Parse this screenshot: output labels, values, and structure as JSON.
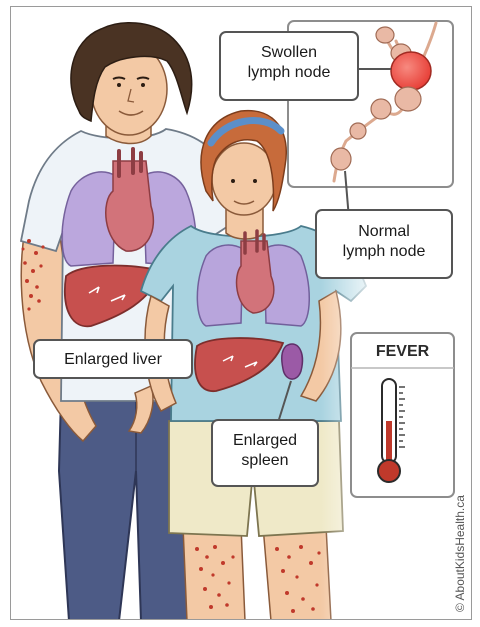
{
  "labels": {
    "swollen_lymph_node": [
      "Swollen",
      "lymph node"
    ],
    "normal_lymph_node": [
      "Normal",
      "lymph node"
    ],
    "enlarged_liver": "Enlarged liver",
    "enlarged_spleen": [
      "Enlarged",
      "spleen"
    ],
    "fever": "FEVER"
  },
  "credit": "© AboutKidsHealth.ca",
  "colors": {
    "rash": "#c0392b",
    "organ_lung": "#b9a3dc",
    "organ_heart": "#d2737a",
    "organ_liver": "#c7504e",
    "lymph_node_swollen": "#e8423a",
    "lymph_node_normal": "#e9b9a5",
    "mercury": "#c0392b"
  }
}
